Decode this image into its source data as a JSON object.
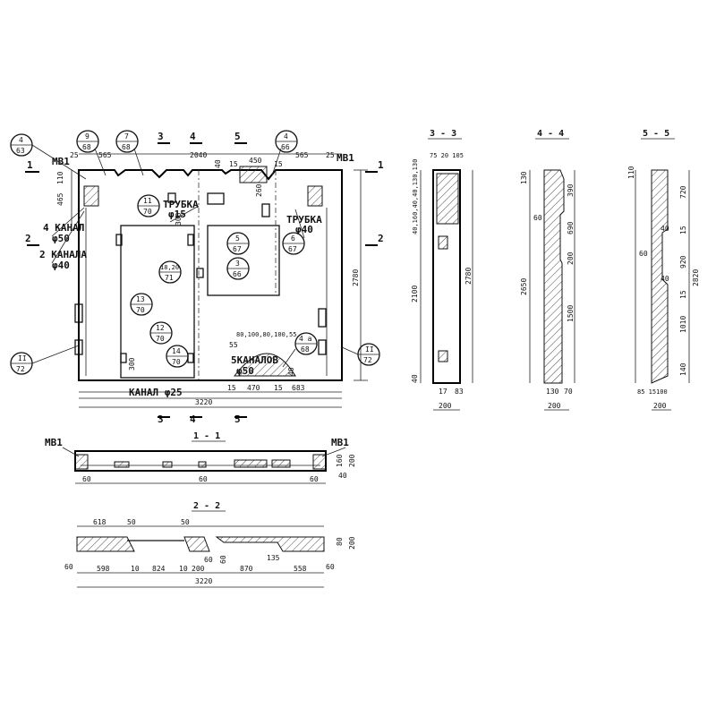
{
  "plan": {
    "dims": {
      "top_2040": "2040",
      "top_565_left": "565",
      "top_565_right": "565",
      "top_25_left": "25",
      "top_25_right": "25",
      "d_40": "40",
      "d_15a": "15",
      "d_450": "450",
      "d_15b": "15",
      "d_465": "465",
      "d_110": "110",
      "d_300_top": "300",
      "d_260": "260",
      "height_2780": "2780",
      "width_3220": "3220",
      "bot_15a": "15",
      "bot_470": "470",
      "bot_15b": "15",
      "bot_683": "683",
      "d_300_bottom": "300",
      "d_55": "55",
      "d_80_100_80_100_55": "80,100,80,100,55",
      "d_40b": "40"
    },
    "labels": {
      "mv1_left": "МВ1",
      "mv1_right": "МВ1",
      "kanal_left": "4 КАНАЛ",
      "kanal_left_phi": "φ50",
      "kanal2_left": "2 КАНАЛА",
      "kanal2_left_phi": "φ40",
      "trubka_top": "ТРУБКА",
      "trubka_top_phi": "φ15",
      "trubka_right": "ТРУБКА",
      "trubka_right_phi": "φ40",
      "kanaly_bottom": "5КАНАЛОВ",
      "kanaly_bottom_phi": "φ50",
      "kanal_bottom": "КАНАЛ φ25"
    },
    "section_marks": {
      "m1_left": "1",
      "m1_right": "1",
      "m2_left": "2",
      "m2_right": "2",
      "m3_top": "3",
      "m4_top": "4",
      "m5_top": "5",
      "m3_bot": "3",
      "m4_bot": "4",
      "m5_bot": "5"
    },
    "callouts": {
      "c4_63_t": "4",
      "c4_63_b": "63",
      "c9_68_t": "9",
      "c9_68_b": "68",
      "c7_68_t": "7",
      "c7_68_b": "68",
      "c4_66_t": "4",
      "c4_66_b": "66",
      "c11_70_t": "11",
      "c11_70_b": "70",
      "c5_67_t": "5",
      "c5_67_b": "67",
      "c6_67_t": "6",
      "c6_67_b": "67",
      "c3_66_t": "3",
      "c3_66_b": "66",
      "c1820_71_t": "18,20",
      "c1820_71_b": "71",
      "c13_70_t": "13",
      "c13_70_b": "70",
      "c12_70_t": "12",
      "c12_70_b": "70",
      "c14_70_t": "14",
      "c14_70_b": "70",
      "c4a_68_t": "4 а",
      "c4a_68_b": "68",
      "cII_left_t": "II",
      "cII_left_b": "72",
      "cII_right_t": "II",
      "cII_right_b": "72"
    }
  },
  "sec33": {
    "title": "3 - 3",
    "top_dims": "75 20 105",
    "left_dims": "40,160,40,40,130,130",
    "d_2100": "2100",
    "d_2780": "2780",
    "d_40": "40",
    "d_17": "17",
    "d_83": "83",
    "d_200": "200"
  },
  "sec44": {
    "title": "4 - 4",
    "d_130": "130",
    "d_390": "390",
    "d_690": "690",
    "d_60": "60",
    "d_200": "200",
    "d_2650": "2650",
    "d_1500": "1500",
    "d_130b": "130",
    "d_70": "70",
    "d_200b": "200"
  },
  "sec55": {
    "title": "5 - 5",
    "d_110": "110",
    "d_720": "720",
    "d_40": "40",
    "d_15a": "15",
    "d_60": "60",
    "d_920": "920",
    "d_2820": "2820",
    "d_40b": "40",
    "d_15b": "15",
    "d_1010": "1010",
    "d_140": "140",
    "d_bottom": "85 15100",
    "d_200": "200"
  },
  "sec11": {
    "title": "1 - 1",
    "mv1_left": "МВ1",
    "mv1_right": "МВ1",
    "d_60_left": "60",
    "d_60_mid": "60",
    "d_60_right": "60",
    "d_160": "160",
    "d_200": "200",
    "d_40": "40"
  },
  "sec22": {
    "title": "2 - 2",
    "d_618": "618",
    "d_50a": "50",
    "d_50b": "50",
    "d_60a": "60",
    "d_598": "598",
    "d_10a": "10",
    "d_824": "824",
    "d_10b": "10",
    "d_200": "200",
    "d_60b": "60",
    "d_60c": "60",
    "d_870": "870",
    "d_135": "135",
    "d_558": "558",
    "d_60d": "60",
    "d_80": "80",
    "d_200r": "200",
    "d_3220": "3220"
  }
}
